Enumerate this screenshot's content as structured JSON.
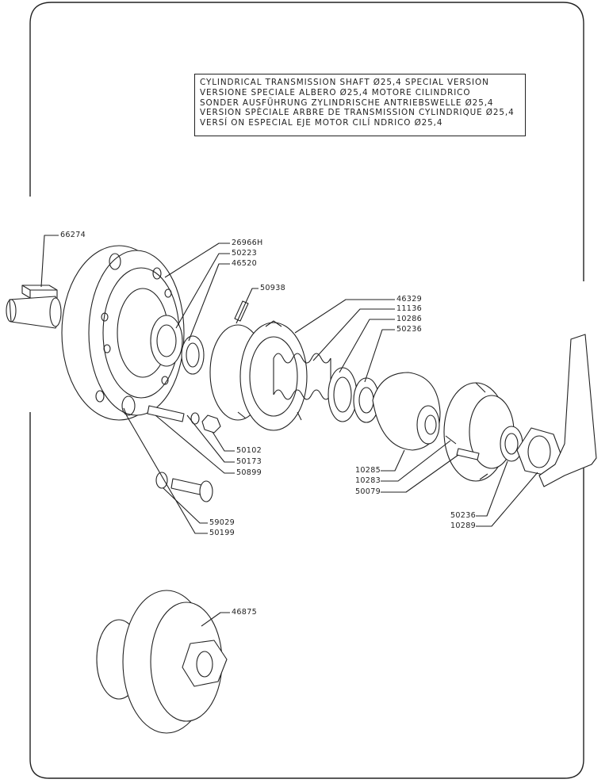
{
  "title_lines": [
    "CYLINDRICAL TRANSMISSION SHAFT Ø25,4 SPECIAL VERSION",
    "VERSIONE SPECIALE ALBERO Ø25,4 MOTORE CILINDRICO",
    "SONDER AUSFÜHRUNG ZYLINDRISCHE ANTRIEBSWELLE Ø25,4",
    "VERSION SPÈCIALE ARBRE DE TRANSMISSION CYLINDRIQUE Ø25,4",
    "VERSÍ ON ESPECIAL EJE MOTOR CILÍ NDRICO Ø25,4"
  ],
  "part_numbers": {
    "p66274": "66274",
    "p26966H": "26966H",
    "p50223": "50223",
    "p46520": "46520",
    "p50938": "50938",
    "p46329": "46329",
    "p11136": "11136",
    "p10286": "10286",
    "p50236a": "50236",
    "p50102": "50102",
    "p50173": "50173",
    "p50899": "50899",
    "p10285": "10285",
    "p10283": "10283",
    "p50079": "50079",
    "p50236b": "50236",
    "p10289": "10289",
    "p59029": "59029",
    "p50199": "50199",
    "p46875": "46875"
  }
}
